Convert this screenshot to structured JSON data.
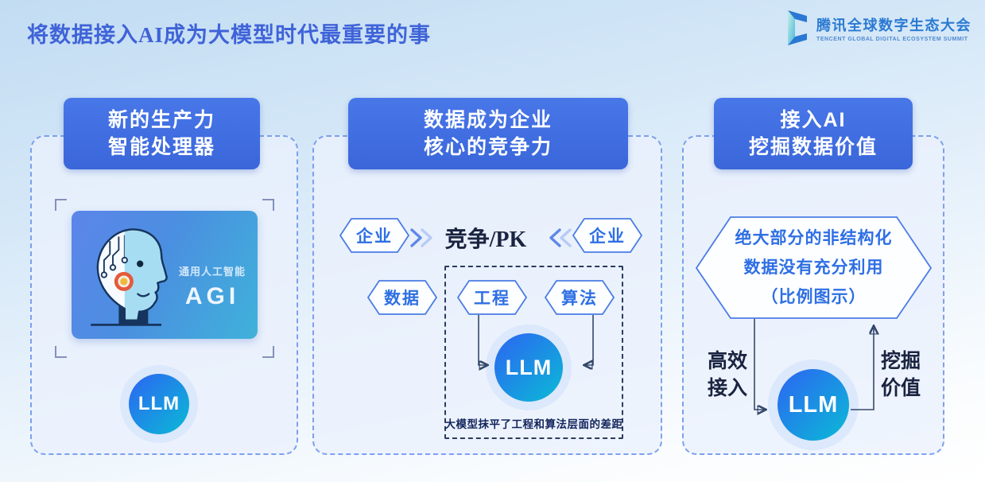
{
  "slide_title": "将数据接入AI成为大模型时代最重要的事",
  "logo": {
    "title_cn": "腾讯全球数字生态大会",
    "title_en": "TENCENT GLOBAL DIGITAL ECOSYSTEM SUMMIT"
  },
  "llm_label": "LLM",
  "left_column": {
    "header": "新的生产力\n智能处理器",
    "image_label_small": "通用人工智能",
    "image_label_big": "AGI"
  },
  "middle_column": {
    "header": "数据成为企业\n核心的竞争力",
    "enterprise_left": "企业",
    "enterprise_right": "企业",
    "versus": "竞争/PK",
    "hex_data": "数据",
    "hex_engineering": "工程",
    "hex_algorithm": "算法",
    "caption": "大模型抹平了工程和算法层面的差距"
  },
  "right_column": {
    "header": "接入AI\n挖掘数据价值",
    "hexagon_text": "绝大部分的非结构化\n数据没有充分利用\n（比例图示）",
    "label_left": "高效\n接入",
    "label_right": "挖掘\n价值"
  },
  "colors": {
    "header_blue": "#3e6ede",
    "title_blue": "#3f63d8",
    "panel_border": "#7da0ee",
    "hex_border": "#4a7ce4",
    "hex_text": "#2e6fe4",
    "llm_gradient_start": "#2a6bf0",
    "llm_gradient_end": "#0db4d8",
    "connector": "#33486b"
  }
}
